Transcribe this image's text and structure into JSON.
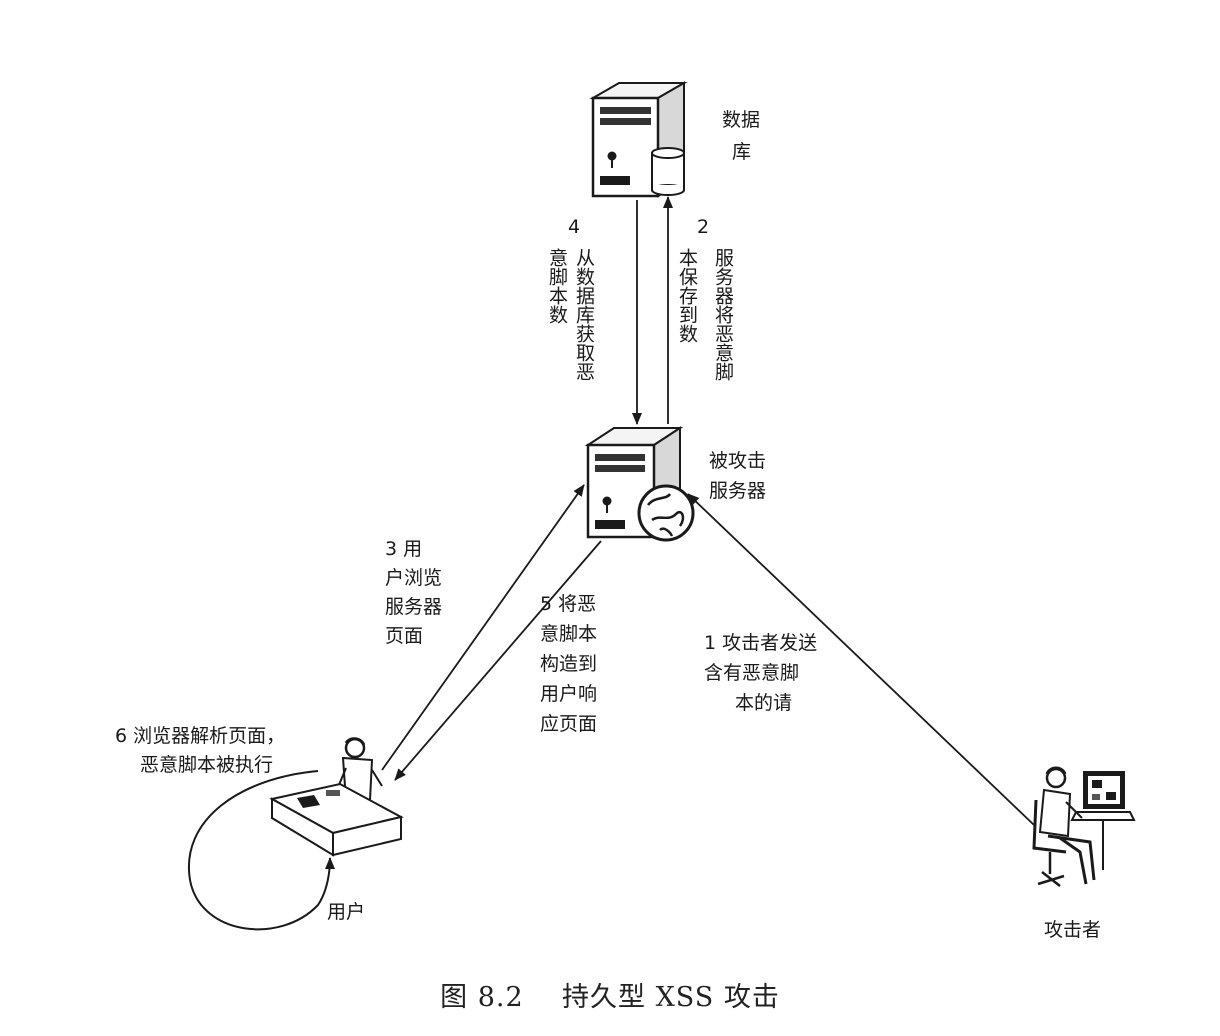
{
  "figure": {
    "caption_number": "图 8.2",
    "caption_title": "持久型 XSS 攻击"
  },
  "nodes": {
    "database": "数据库",
    "server": "被攻击服务器",
    "user": "用户",
    "attacker": "攻击者"
  },
  "steps": {
    "s1": {
      "num": "1",
      "text": "攻击者发送含有恶意脚本的请求"
    },
    "s2": {
      "num": "2",
      "text": "服务器将恶意脚本保存到数据库"
    },
    "s3": {
      "num": "3",
      "text": "用户浏览服务器页面"
    },
    "s4": {
      "num": "4",
      "text": "从数据库获取恶意脚本数据"
    },
    "s5": {
      "num": "5",
      "text": "将恶意脚本构造到用户响应页面"
    },
    "s6": {
      "num": "6",
      "text": "浏览器解析页面，恶意脚本被执行"
    }
  }
}
